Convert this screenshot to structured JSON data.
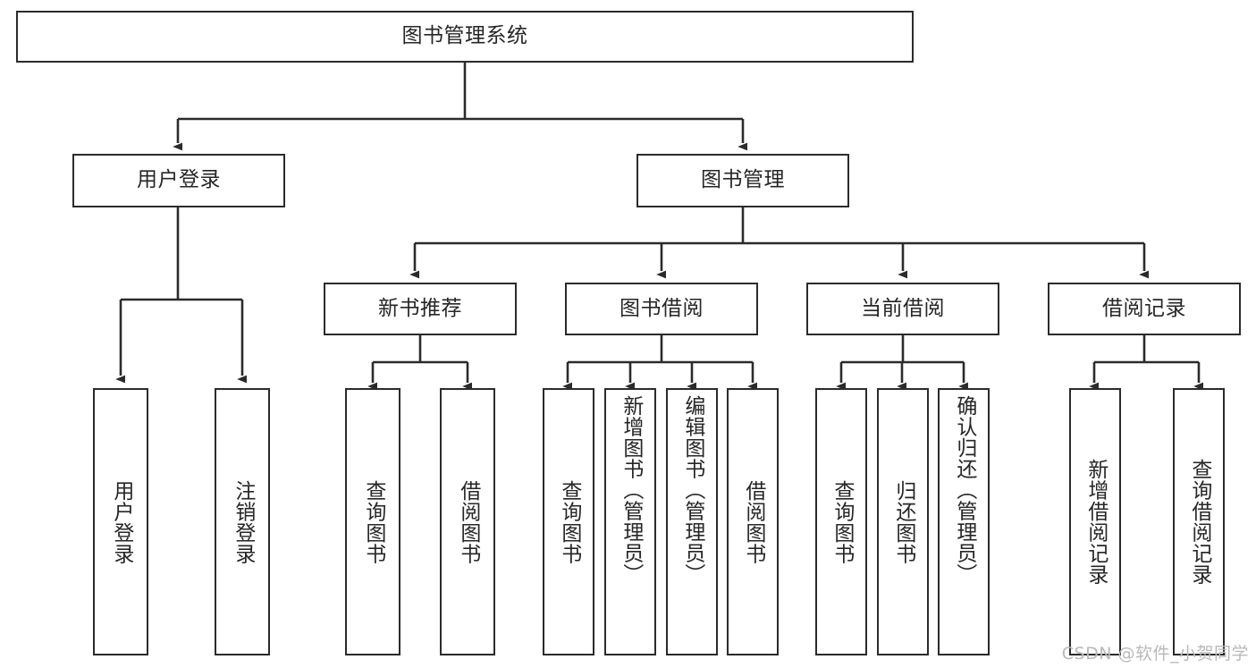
{
  "diagram": {
    "type": "tree",
    "title": "图书管理系统",
    "root": {
      "id": "root",
      "label": "图书管理系统"
    },
    "level2": [
      {
        "id": "user-login",
        "label": "用户登录"
      },
      {
        "id": "book-manage",
        "label": "图书管理"
      }
    ],
    "level3": [
      {
        "id": "new-book-rec",
        "label": "新书推荐"
      },
      {
        "id": "book-borrow",
        "label": "图书借阅"
      },
      {
        "id": "current-borrow",
        "label": "当前借阅"
      },
      {
        "id": "borrow-record",
        "label": "借阅记录"
      }
    ],
    "leaves": {
      "user_login": [
        {
          "id": "leaf-user-login",
          "label": "用户登录"
        },
        {
          "id": "leaf-logout",
          "label": "注销登录"
        }
      ],
      "new_book_rec": [
        {
          "id": "leaf-query-book-1",
          "label": "查询图书"
        },
        {
          "id": "leaf-borrow-book-1",
          "label": "借阅图书"
        }
      ],
      "book_borrow": [
        {
          "id": "leaf-query-book-2",
          "label": "查询图书"
        },
        {
          "id": "leaf-add-book",
          "label": "新增图书（管理员）"
        },
        {
          "id": "leaf-edit-book",
          "label": "编辑图书（管理员）"
        },
        {
          "id": "leaf-borrow-book-2",
          "label": "借阅图书"
        }
      ],
      "current_borrow": [
        {
          "id": "leaf-query-book-3",
          "label": "查询图书"
        },
        {
          "id": "leaf-return-book",
          "label": "归还图书"
        },
        {
          "id": "leaf-confirm-return",
          "label": "确认归还（管理员）"
        }
      ],
      "borrow_record": [
        {
          "id": "leaf-add-record",
          "label": "新增借阅记录"
        },
        {
          "id": "leaf-query-record",
          "label": "查询借阅记录"
        }
      ]
    },
    "colors": {
      "stroke": "#2b2b2b",
      "fill": "#ffffff",
      "text": "#262626",
      "watermark": "#b9b9b9"
    }
  },
  "watermark": {
    "text": "CSDN @软件_小贺同学"
  }
}
